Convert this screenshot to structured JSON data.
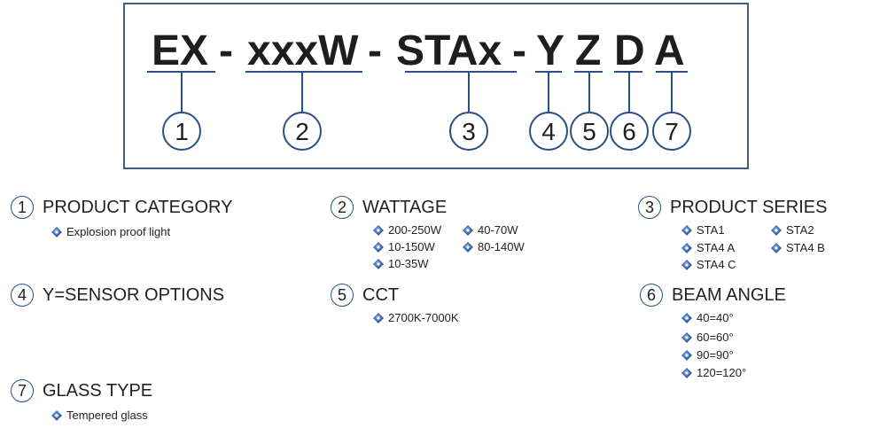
{
  "code": {
    "segments": [
      "EX",
      "-",
      "xxxW",
      "-",
      "STAx",
      "-",
      "Y",
      "Z",
      "D",
      "A"
    ],
    "markers": [
      "1",
      "2",
      "3",
      "4",
      "5",
      "6",
      "7"
    ]
  },
  "sections": {
    "product_category": {
      "num": "1",
      "title": "PRODUCT CATEGORY",
      "items": [
        "Explosion proof light"
      ]
    },
    "wattage": {
      "num": "2",
      "title": "WATTAGE",
      "items": [
        "200-250W",
        "40-70W",
        "10-150W",
        "80-140W",
        "10-35W"
      ]
    },
    "product_series": {
      "num": "3",
      "title": "PRODUCT SERIES",
      "items": [
        "STA1",
        "STA2",
        "STA4 A",
        "STA4 B",
        "STA4 C"
      ]
    },
    "sensor": {
      "num": "4",
      "title": "Y=SENSOR OPTIONS"
    },
    "cct": {
      "num": "5",
      "title": "CCT",
      "items": [
        "2700K-7000K"
      ]
    },
    "beam_angle": {
      "num": "6",
      "title": "BEAM ANGLE",
      "items": [
        "40=40°",
        "60=60°",
        "90=90°",
        "120=120°"
      ]
    },
    "glass_type": {
      "num": "7",
      "title": "GLASS TYPE",
      "items": [
        "Tempered glass"
      ]
    }
  },
  "colors": {
    "accent": "#2a4f86",
    "frame": "#3d5c8c",
    "text": "#231f20"
  }
}
